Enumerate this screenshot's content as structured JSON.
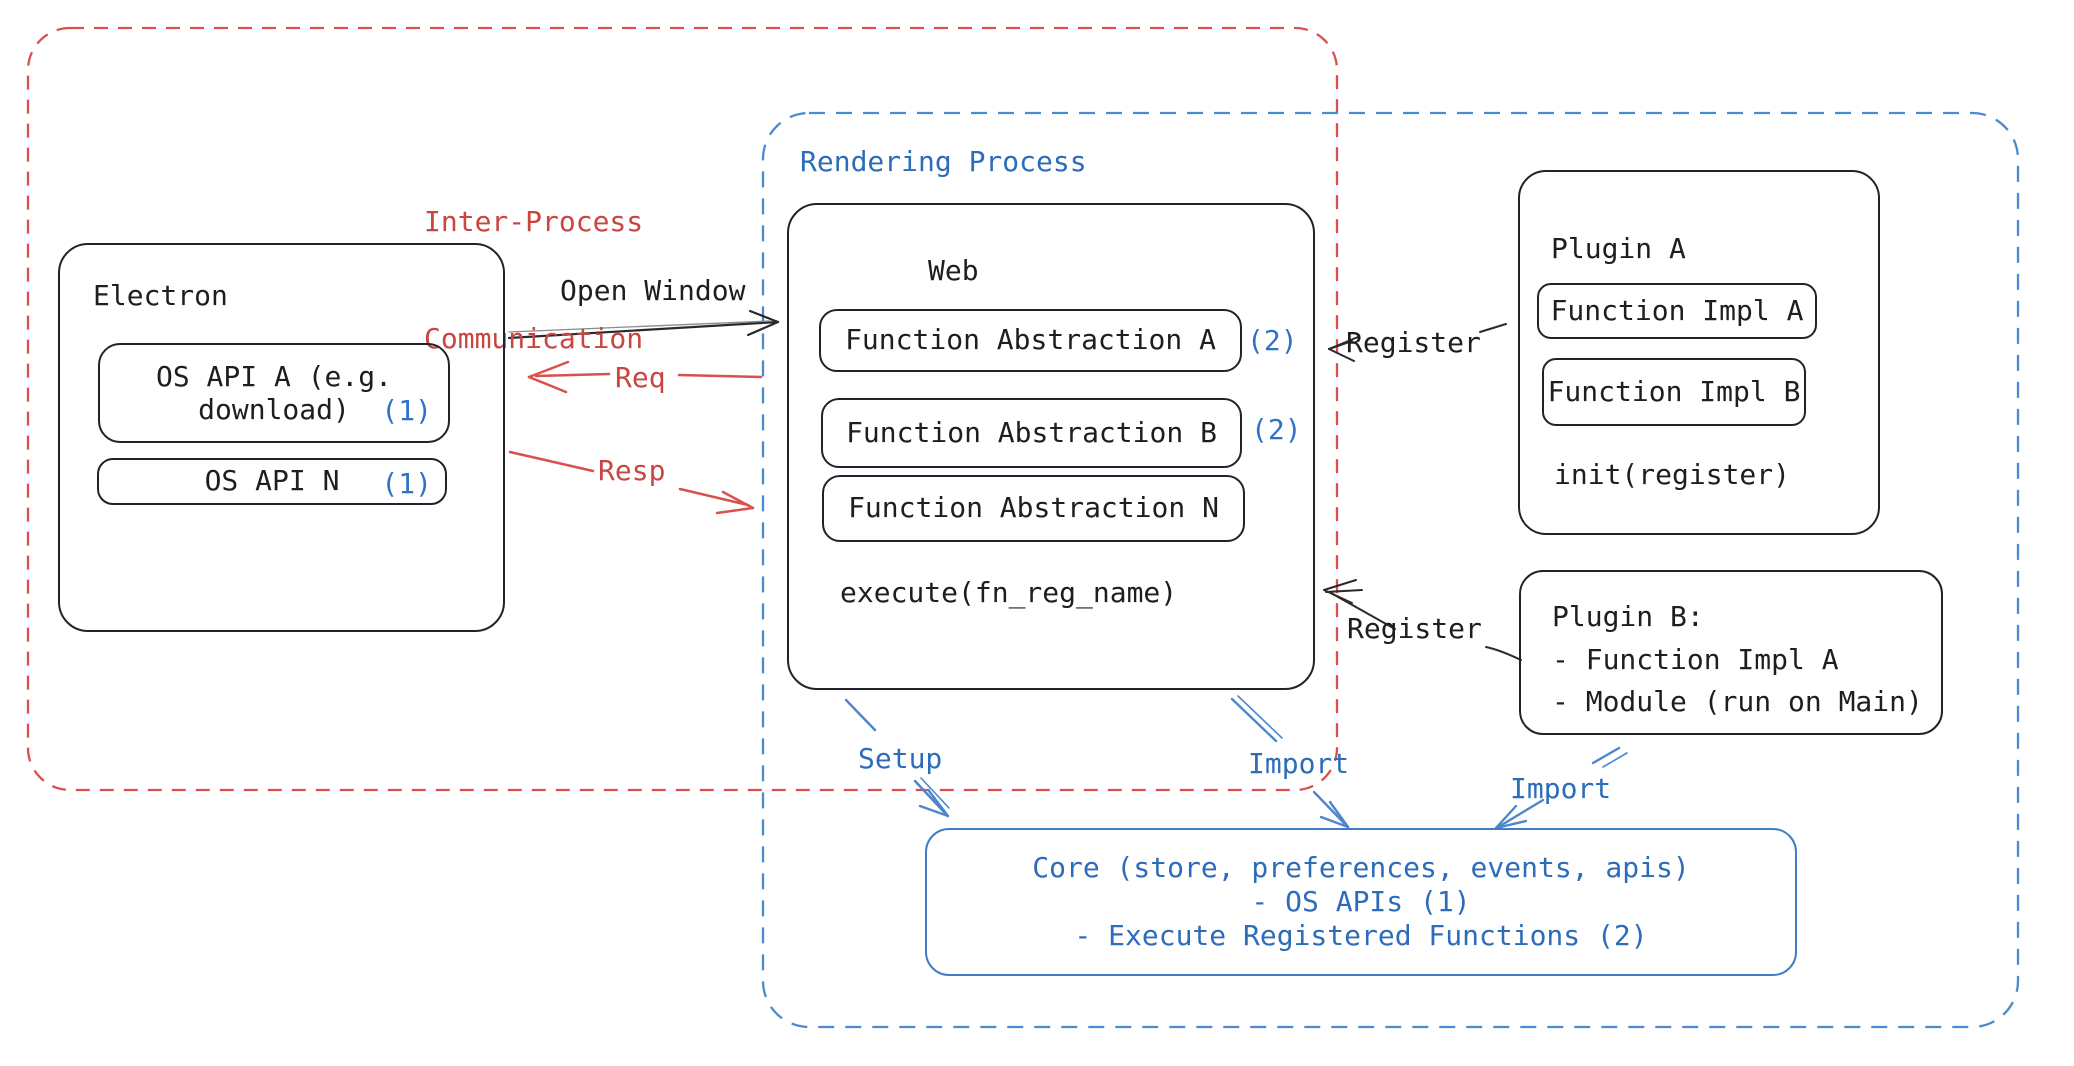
{
  "colors": {
    "ink": "#1e1e1e",
    "red_text": "#c94540",
    "red_dash": "#d9514e",
    "blue_text": "#2d6cba",
    "blue_badge": "#2d72c8",
    "blue_dash": "#4a8bd0",
    "blue_box": "#3f7dc7"
  },
  "regions": {
    "ipc_line1": "Inter-Process",
    "ipc_line2": "Communication",
    "rendering": "Rendering Process"
  },
  "electron": {
    "title": "Electron",
    "os_api_a_line1": "OS API A (e.g.",
    "os_api_a_line2": "download)",
    "os_api_a_badge": "(1)",
    "os_api_n": "OS API N",
    "os_api_n_badge": "(1)"
  },
  "web": {
    "title": "Web",
    "fa_a": "Function Abstraction A",
    "fa_a_badge": "(2)",
    "fa_b": "Function Abstraction B",
    "fa_b_badge": "(2)",
    "fa_n": "Function Abstraction N",
    "execute": "execute(fn_reg_name)"
  },
  "plugin_a": {
    "title": "Plugin A",
    "impl_a": "Function Impl A",
    "impl_b": "Function Impl B",
    "init": "init(register)"
  },
  "plugin_b": {
    "title": "Plugin B:",
    "item1": "- Function Impl A",
    "item2": "- Module (run on Main)"
  },
  "core": {
    "line1": "Core (store, preferences, events, apis)",
    "line2": "- OS APIs (1)",
    "line3": "- Execute Registered Functions (2)"
  },
  "arrows": {
    "open_window": "Open Window",
    "req": "Req",
    "resp": "Resp",
    "register_top": "Register",
    "register_bottom": "Register",
    "setup": "Setup",
    "import_web": "Import",
    "import_plugin": "Import"
  }
}
